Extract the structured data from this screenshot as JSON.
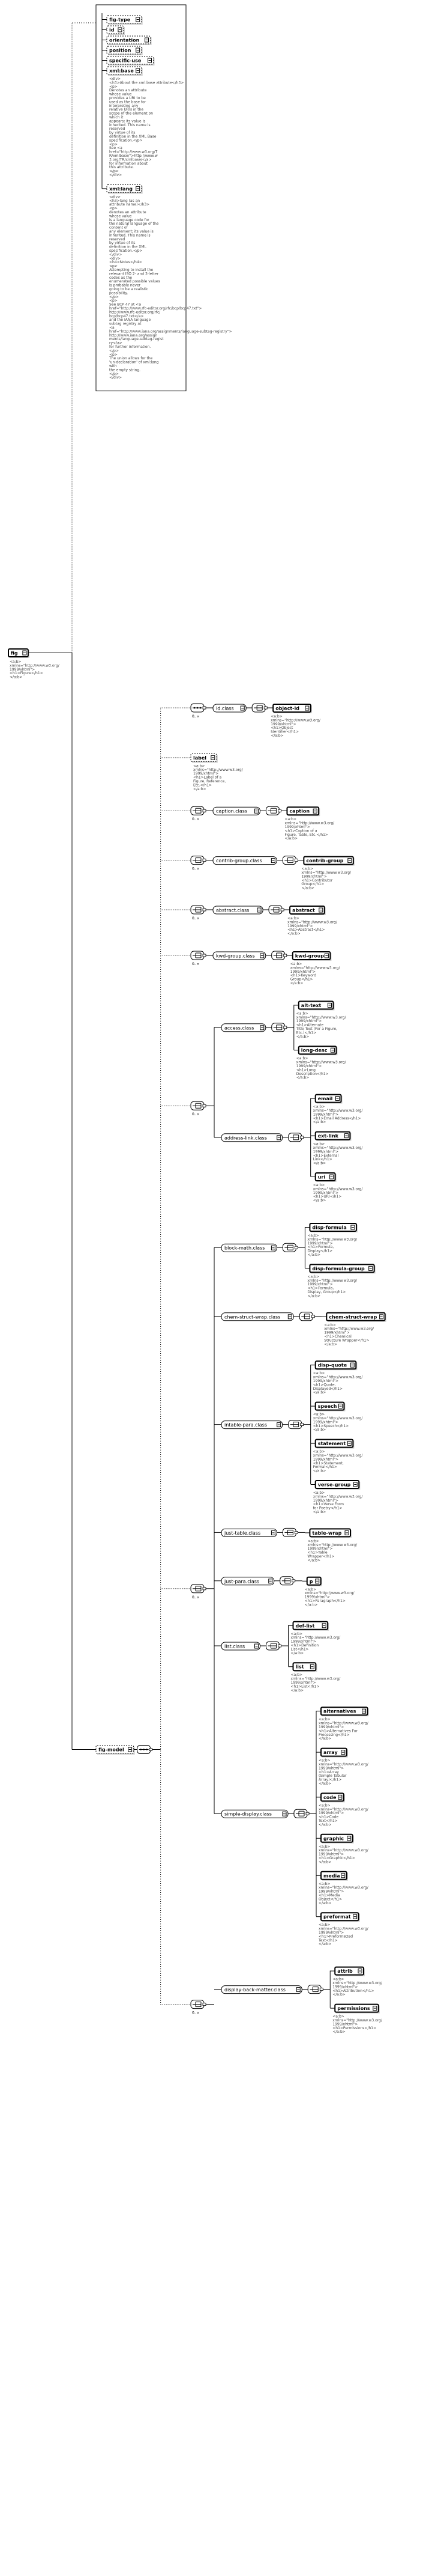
{
  "root": {
    "name": "fig",
    "doc": [
      "<a:b>",
      "xmlns=\"http://www.w3.org/",
      "1999/xhtml\">",
      "<h1>Figure</h1>",
      "</a:b>"
    ]
  },
  "attributes": {
    "title": "attributes",
    "items": [
      {
        "name": "fig-type"
      },
      {
        "name": "id"
      },
      {
        "name": "orientation"
      },
      {
        "name": "position"
      },
      {
        "name": "specific-use"
      },
      {
        "name": "xml:base"
      },
      {
        "name": "xml:lang"
      }
    ],
    "base_doc": [
      "<div>",
      "<h3>About the xml:base attribute</h3>",
      "<p>",
      "Denotes an attribute",
      "whose value",
      "provides a URI to be",
      "used as the base for",
      "interpreting any",
      "relative URIs in the",
      "scope of the element on",
      "which it",
      "appears; its value is",
      "inherited. This name is",
      "reserved",
      "by virtue of its",
      "definition in the XML Base",
      "specification.</p>",
      "<p>",
      "See <a",
      "href=\"http://www.w3.org/T",
      "R/xmlbase/\">http://www.w",
      "3.org/TR/xmlbase/</a>",
      "for information about",
      "this attribute.",
      "</p>",
      "</div>"
    ],
    "lang_doc": [
      "<div>",
      "<h3>lang (as an",
      "attribute name)</h3>",
      "<p>",
      "denotes an attribute",
      "whose value",
      "is a language code for",
      "the natural language of the",
      "content of",
      "any element; its value is",
      "inherited. This name is",
      "reserved",
      "by virtue of its",
      "definition in the XML",
      "specification.</p>",
      "</div>",
      "<div>",
      "<h4>Notes</h4>",
      "<p>",
      "Attempting to install the",
      "relevant ISO 2- and 3-letter",
      "codes as the",
      "enumerated possible values",
      "is probably never",
      "going to be a realistic",
      "possibility.",
      "</p>",
      "<p>",
      "See BCP 47 at <a",
      "href=\"http://www.rfc-editor.org/rfc/bcp/bcp47.txt\">",
      "http://www.rfc-editor.org/rfc/",
      "bcp/bcp47.txt</a>",
      "and the IANA language",
      "subtag registry at",
      "<a",
      "href=\"http://www.iana.org/assignments/language-subtag-registry\">",
      "http://www.iana.org/assign",
      "ments/language-subtag-regist",
      "ry</a>",
      "for further information.",
      "</p>",
      "<p>",
      "The union allows for the",
      "'un-declaration' of xml:lang",
      "with",
      "the empty string.",
      "</p>",
      "</div>"
    ]
  },
  "model_root": {
    "name": "fig-model"
  },
  "groups": [
    {
      "type": "seq",
      "occ": "0..∞",
      "items": [
        {
          "cls": "id.class",
          "el": "object-id",
          "doc": [
            "<a:b>",
            "xmlns=\"http://www.w3.org/",
            "1999/xhtml\">",
            "<h1>Object",
            "Identifier</h1>",
            "</a:b>"
          ]
        }
      ]
    },
    {
      "type": "single",
      "el": "label",
      "doc": [
        "<a:b>",
        "xmlns=\"http://www.w3.org/",
        "1999/xhtml\">",
        "<h1>Label of a",
        "Figure, Reference,",
        "Etc.</h1>",
        "</a:b>"
      ]
    },
    {
      "type": "choice",
      "occ": "0..∞",
      "items": [
        {
          "cls": "caption.class",
          "el": "caption",
          "doc": [
            "<a:b>",
            "xmlns=\"http://www.w3.org/",
            "1999/xhtml\">",
            "<h1>Caption of a",
            "Figure, Table, Etc.</h1>",
            "</a:b>"
          ]
        }
      ]
    },
    {
      "type": "choice",
      "occ": "0..∞",
      "items": [
        {
          "cls": "contrib-group.class",
          "el": "contrib-group",
          "doc": [
            "<a:b>",
            "xmlns=\"http://www.w3.org/",
            "1999/xhtml\">",
            "<h1>Contributor",
            "Group</h1>",
            "</a:b>"
          ]
        }
      ]
    },
    {
      "type": "choice",
      "occ": "0..∞",
      "items": [
        {
          "cls": "abstract.class",
          "el": "abstract",
          "doc": [
            "<a:b>",
            "xmlns=\"http://www.w3.org/",
            "1999/xhtml\">",
            "<h1>Abstract</h1>",
            "</a:b>"
          ]
        }
      ]
    },
    {
      "type": "choice",
      "occ": "0..∞",
      "items": [
        {
          "cls": "kwd-group.class",
          "el": "kwd-group",
          "doc": [
            "<a:b>",
            "xmlns=\"http://www.w3.org/",
            "1999/xhtml\">",
            "<h1>Keyword",
            "Group</h1>",
            "</a:b>"
          ]
        }
      ]
    },
    {
      "type": "choice",
      "occ": "0..∞",
      "nested": [
        {
          "cls": "access.class",
          "els": [
            {
              "el": "alt-text",
              "doc": [
                "<a:b>",
                "xmlns=\"http://www.w3.org/",
                "1999/xhtml\">",
                "<h1>Alternate",
                "Title Text (For a Figure,",
                "Etc.)</h1>",
                "</a:b>"
              ]
            },
            {
              "el": "long-desc",
              "doc": [
                "<a:b>",
                "xmlns=\"http://www.w3.org/",
                "1999/xhtml\">",
                "<h1>Long",
                "Description</h1>",
                "</a:b>"
              ]
            }
          ]
        },
        {
          "cls": "address-link.class",
          "els": [
            {
              "el": "email",
              "doc": [
                "<a:b>",
                "xmlns=\"http://www.w3.org/",
                "1999/xhtml\">",
                "<h1>Email Address</h1>",
                "</a:b>"
              ]
            },
            {
              "el": "ext-link",
              "doc": [
                "<a:b>",
                "xmlns=\"http://www.w3.org/",
                "1999/xhtml\">",
                "<h1>External",
                "Link</h1>",
                "</a:b>"
              ]
            },
            {
              "el": "uri",
              "doc": [
                "<a:b>",
                "xmlns=\"http://www.w3.org/",
                "1999/xhtml\">",
                "<h1>URI</h1>",
                "</a:b>"
              ]
            }
          ]
        }
      ]
    },
    {
      "type": "choice",
      "occ": "0..∞",
      "nested": [
        {
          "cls": "block-math.class",
          "els": [
            {
              "el": "disp-formula",
              "doc": [
                "<a:b>",
                "xmlns=\"http://www.w3.org/",
                "1999/xhtml\">",
                "<h1>Formula,",
                "Display</h1>",
                "</a:b>"
              ]
            },
            {
              "el": "disp-formula-group",
              "doc": [
                "<a:b>",
                "xmlns=\"http://www.w3.org/",
                "1999/xhtml\">",
                "<h1>Formula,",
                "Display, Group</h1>",
                "</a:b>"
              ]
            }
          ]
        },
        {
          "cls": "chem-struct-wrap.class",
          "els": [
            {
              "el": "chem-struct-wrap",
              "doc": [
                "<a:b>",
                "xmlns=\"http://www.w3.org/",
                "1999/xhtml\">",
                "<h1>Chemical",
                "Structure Wrapper</h1>",
                "</a:b>"
              ]
            }
          ]
        },
        {
          "cls": "intable-para.class",
          "els": [
            {
              "el": "disp-quote",
              "doc": [
                "<a:b>",
                "xmlns=\"http://www.w3.org/",
                "1999/xhtml\">",
                "<h1>Quote,",
                "Displayed</h1>",
                "</a:b>"
              ]
            },
            {
              "el": "speech",
              "doc": [
                "<a:b>",
                "xmlns=\"http://www.w3.org/",
                "1999/xhtml\">",
                "<h1>Speech</h1>",
                "</a:b>"
              ]
            },
            {
              "el": "statement",
              "doc": [
                "<a:b>",
                "xmlns=\"http://www.w3.org/",
                "1999/xhtml\">",
                "<h1>Statement,",
                "Formal</h1>",
                "</a:b>"
              ]
            },
            {
              "el": "verse-group",
              "doc": [
                "<a:b>",
                "xmlns=\"http://www.w3.org/",
                "1999/xhtml\">",
                "<h1>Verse Form",
                "for Poetry</h1>",
                "</a:b>"
              ]
            }
          ]
        },
        {
          "cls": "just-table.class",
          "els": [
            {
              "el": "table-wrap",
              "doc": [
                "<a:b>",
                "xmlns=\"http://www.w3.org/",
                "1999/xhtml\">",
                "<h1>Table",
                "Wrapper</h1>",
                "</a:b>"
              ]
            }
          ]
        },
        {
          "cls": "just-para.class",
          "els": [
            {
              "el": "p",
              "doc": [
                "<a:b>",
                "xmlns=\"http://www.w3.org/",
                "1999/xhtml\">",
                "<h1>Paragraph</h1>",
                "</a:b>"
              ]
            }
          ]
        },
        {
          "cls": "list.class",
          "els": [
            {
              "el": "def-list",
              "doc": [
                "<a:b>",
                "xmlns=\"http://www.w3.org/",
                "1999/xhtml\">",
                "<h1>Definition",
                "List</h1>",
                "</a:b>"
              ]
            },
            {
              "el": "list",
              "doc": [
                "<a:b>",
                "xmlns=\"http://www.w3.org/",
                "1999/xhtml\">",
                "<h1>List</h1>",
                "</a:b>"
              ]
            }
          ]
        },
        {
          "cls": "simple-display.class",
          "els": [
            {
              "el": "alternatives",
              "doc": [
                "<a:b>",
                "xmlns=\"http://www.w3.org/",
                "1999/xhtml\">",
                "<h1>Alternatives For",
                "Processing</h1>",
                "</a:b>"
              ]
            },
            {
              "el": "array",
              "doc": [
                "<a:b>",
                "xmlns=\"http://www.w3.org/",
                "1999/xhtml\">",
                "<h1>Array",
                "(Simple Tabular",
                "Array)</h1>",
                "</a:b>"
              ]
            },
            {
              "el": "code",
              "doc": [
                "<a:b>",
                "xmlns=\"http://www.w3.org/",
                "1999/xhtml\">",
                "<h1>Code",
                "Text</h1>",
                "</a:b>"
              ]
            },
            {
              "el": "graphic",
              "doc": [
                "<a:b>",
                "xmlns=\"http://www.w3.org/",
                "1999/xhtml\">",
                "<h1>Graphic</h1>",
                "</a:b>"
              ]
            },
            {
              "el": "media",
              "doc": [
                "<a:b>",
                "xmlns=\"http://www.w3.org/",
                "1999/xhtml\">",
                "<h1>Media",
                "Object</h1>",
                "</a:b>"
              ]
            },
            {
              "el": "preformat",
              "doc": [
                "<a:b>",
                "xmlns=\"http://www.w3.org/",
                "1999/xhtml\">",
                "<h1>Preformatted",
                "Text</h1>",
                "</a:b>"
              ]
            }
          ]
        }
      ]
    },
    {
      "type": "choice",
      "occ": "0..∞",
      "nested": [
        {
          "cls": "display-back-matter.class",
          "els": [
            {
              "el": "attrib",
              "doc": [
                "<a:b>",
                "xmlns=\"http://www.w3.org/",
                "1999/xhtml\">",
                "<h1>Attribution</h1>",
                "</a:b>"
              ]
            },
            {
              "el": "permissions",
              "doc": [
                "<a:b>",
                "xmlns=\"http://www.w3.org/",
                "1999/xhtml\">",
                "<h1>Permissions</h1>",
                "</a:b>"
              ]
            }
          ]
        }
      ]
    }
  ]
}
